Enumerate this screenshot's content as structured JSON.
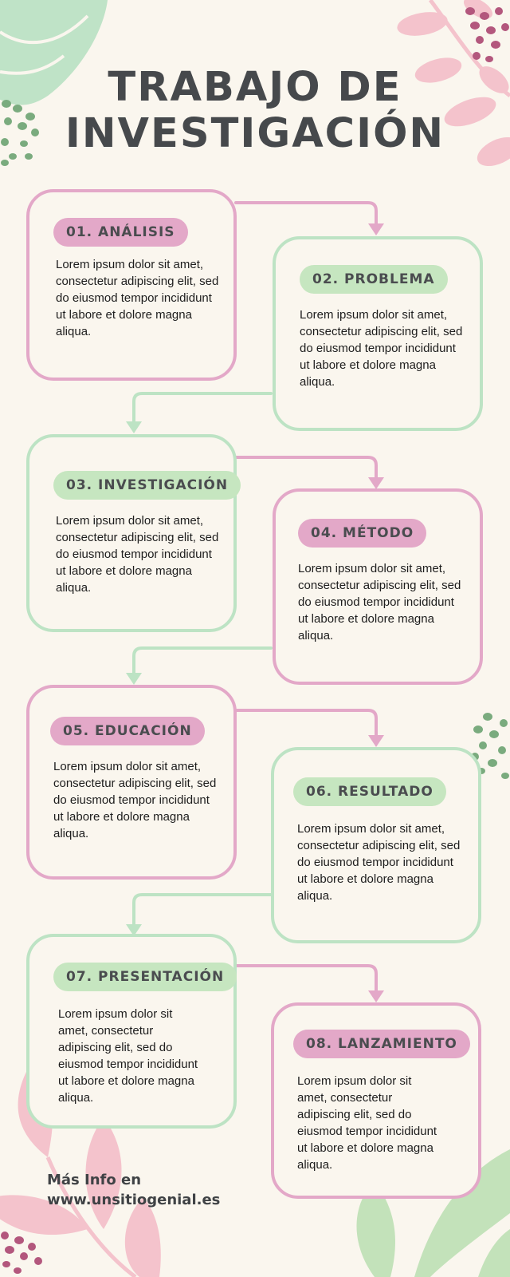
{
  "title": {
    "line1": "TRABAJO DE",
    "line2": "INVESTIGACIÓN"
  },
  "colors": {
    "pink": "#e3a8c8",
    "green": "#bde3c4",
    "background": "#faf6ee",
    "text": "#46494c"
  },
  "steps": [
    {
      "label": "01. ANÁLISIS",
      "text": "Lorem ipsum dolor sit amet, consectetur adipiscing elit, sed do eiusmod tempor incididunt ut labore et dolore magna aliqua."
    },
    {
      "label": "02. PROBLEMA",
      "text": "Lorem ipsum dolor sit amet, consectetur adipiscing elit, sed do eiusmod tempor incididunt ut labore et dolore magna aliqua."
    },
    {
      "label": "03. INVESTIGACIÓN",
      "text": "Lorem ipsum dolor sit amet, consectetur adipiscing elit, sed do eiusmod tempor incididunt ut labore et dolore magna aliqua."
    },
    {
      "label": "04. MÉTODO",
      "text": "Lorem ipsum dolor sit amet, consectetur adipiscing elit, sed do eiusmod tempor incididunt ut labore et dolore magna aliqua."
    },
    {
      "label": "05. EDUCACIÓN",
      "text": "Lorem ipsum dolor sit amet, consectetur adipiscing elit, sed do eiusmod tempor incididunt ut labore et dolore magna aliqua."
    },
    {
      "label": "06. RESULTADO",
      "text": "Lorem ipsum dolor sit amet, consectetur adipiscing elit, sed do eiusmod tempor incididunt ut labore et dolore magna aliqua."
    },
    {
      "label": "07. PRESENTACIÓN",
      "text": "Lorem ipsum dolor sit amet, consectetur adipiscing elit, sed do eiusmod tempor incididunt ut labore et dolore magna aliqua."
    },
    {
      "label": "08. LANZAMIENTO",
      "text": "Lorem ipsum dolor sit amet, consectetur adipiscing elit, sed do eiusmod tempor incididunt ut labore et dolore magna aliqua."
    }
  ],
  "footer": {
    "line1": "Más Info en",
    "line2": "www.unsitiogenial.es"
  }
}
